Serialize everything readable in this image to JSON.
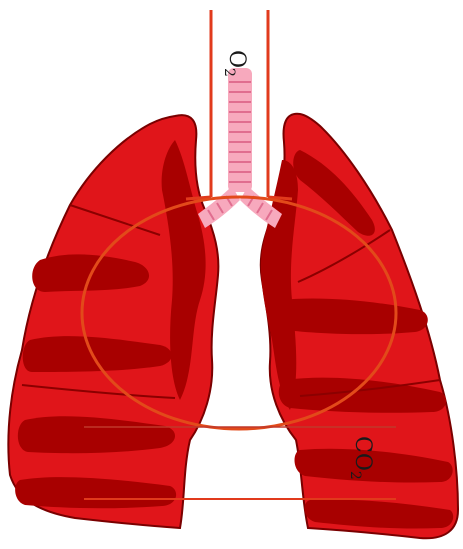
{
  "labels": {
    "o2": {
      "base": "O",
      "sub": "2"
    },
    "co2": {
      "base": "CO",
      "sub": "2"
    }
  },
  "colors": {
    "lung_bright": "#e0151a",
    "lung_dark": "#a80000",
    "lung_outline": "#7a0000",
    "trachea_fill": "#f7a9bd",
    "trachea_ring": "#e06d8f",
    "guide_line": "#e13a1c",
    "ellipse_stroke": "#e24a1a"
  }
}
